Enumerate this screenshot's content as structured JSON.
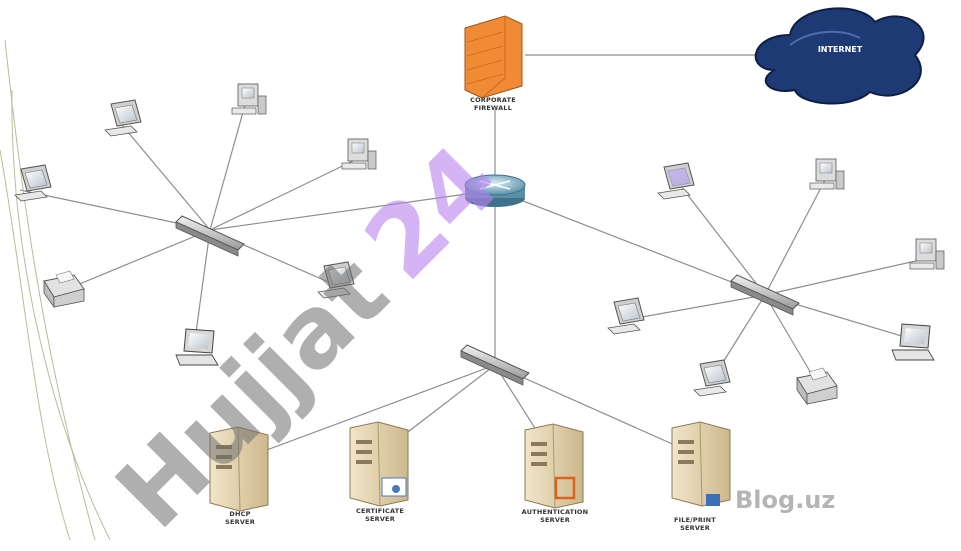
{
  "nodes": {
    "firewall": {
      "label1": "CORPORATE",
      "label2": "FIREWALL"
    },
    "internet": {
      "label": "INTERNET"
    },
    "dhcp": {
      "label1": "DHCP",
      "label2": "SERVER"
    },
    "certificate": {
      "label1": "CERTIFICATE",
      "label2": "SERVER"
    },
    "authentication": {
      "label1": "AUTHENTICATION",
      "label2": "SERVER"
    },
    "fileprint": {
      "label1": "FILE/PRINT",
      "label2": "SERVER"
    }
  },
  "watermark": {
    "main": "Hujjat",
    "accent": "24",
    "blog": "Blog.uz"
  },
  "colors": {
    "line": "#8e8e8e",
    "firewall": "#f08a34",
    "cloud": "#1e3a74",
    "router": "#7fb6cf",
    "server": "#e6d6b3",
    "accent_watermark": "#b982f0"
  }
}
